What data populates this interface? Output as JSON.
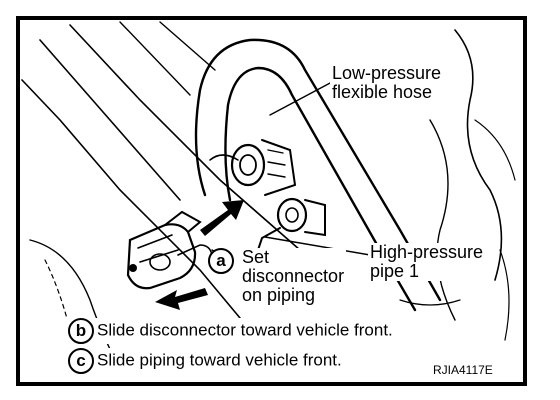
{
  "labels": {
    "low_pressure_hose": [
      "Low-pressure",
      "flexible hose"
    ],
    "high_pressure_pipe": [
      "High-pressure",
      "pipe 1"
    ],
    "step_a": {
      "letter": "a",
      "lines": [
        "Set",
        "disconnector",
        "on piping"
      ]
    },
    "step_b": {
      "letter": "b",
      "text": "Slide disconnector toward vehicle front."
    },
    "step_c": {
      "letter": "c",
      "text": "Slide piping toward vehicle front."
    },
    "figure_code": "RJIA4117E"
  },
  "colors": {
    "ink": "#000000",
    "paper": "#ffffff"
  }
}
